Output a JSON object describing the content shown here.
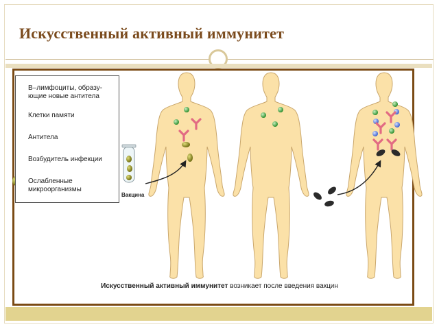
{
  "slide": {
    "title": "Искусственный активный иммунитет"
  },
  "legend": {
    "items": [
      {
        "label_line1": "В–лимфоциты, образу-",
        "label_line2": "ющие новые антитела",
        "icon": "b-lymphocyte-icon"
      },
      {
        "label_line1": "Клетки памяти",
        "label_line2": "",
        "icon": "memory-cell-icon"
      },
      {
        "label_line1": "Антитела",
        "label_line2": "",
        "icon": "antibody-icon"
      },
      {
        "label_line1": "Возбудитель инфекции",
        "label_line2": "",
        "icon": "pathogen-icon"
      },
      {
        "label_line1": "Ослабленные",
        "label_line2": "микроорганизмы",
        "icon": "weakened-microorganism-icon"
      }
    ]
  },
  "figure": {
    "vaccine_label": "Вакцина",
    "caption_bold": "Искусственный активный иммунитет",
    "caption_rest": " возникает после введения вакцин"
  },
  "colors": {
    "title": "#7a4a1c",
    "panel_border": "#7a4a14",
    "body_fill": "#fbe1a8",
    "body_stroke": "#c9a66b",
    "b_lymphocyte": "#5b7fe0",
    "memory_cell": "#3ea33e",
    "antibody": "#e56f86",
    "pathogen": "#2b2b2b",
    "weakened": "#8c8a1c"
  }
}
